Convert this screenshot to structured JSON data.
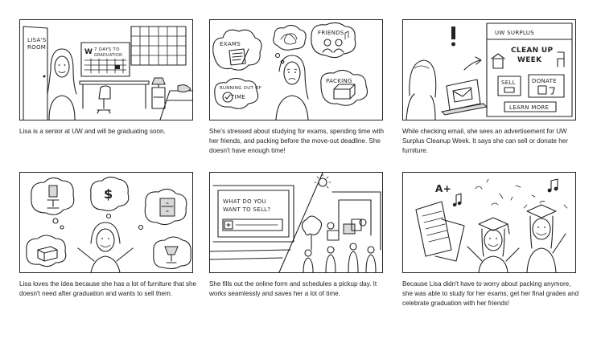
{
  "panels": [
    {
      "caption": "Lisa is a senior at UW and will be graduating soon.",
      "sign": "LISA'S ROOM",
      "sign_line1": "LISA'S",
      "sign_line2": "ROOM",
      "poster_logo": "W",
      "poster_line1": "7 DAYS TO",
      "poster_line2": "GRADUATION"
    },
    {
      "caption": "She's stressed about studying for exams, spending time with her friends, and packing before the move-out deadline. She doesn't have enough time!",
      "bubble_exams": "EXAMS",
      "bubble_friends": "FRIENDS",
      "bubble_time_1": "RUNNING OUT OF",
      "bubble_time_2": "TIME",
      "bubble_packing": "PACKING"
    },
    {
      "caption": "While checking email, she sees an advertisement for UW Surplus Cleanup Week. It says she can sell or donate her furniture.",
      "ad_header": "UW SURPLUS",
      "ad_title_1": "CLEAN UP",
      "ad_title_2": "WEEK",
      "ad_sell": "SELL",
      "ad_donate": "DONATE",
      "ad_learn_more": "LEARN MORE"
    },
    {
      "caption": "Lisa loves the idea because she has a lot of furniture that she doesn't need after graduation and wants to sell them."
    },
    {
      "caption": "She fills out the online form and schedules a pickup day. It works seamlessly and saves her a lot of time.",
      "form_line1": "WHAT DO YOU",
      "form_line2": "WANT TO SELL?"
    },
    {
      "caption": "Because Lisa didn't have to worry about packing anymore, she was able to study for her exams, get her final grades and celebrate graduation with her friends!",
      "grade": "A+"
    }
  ]
}
